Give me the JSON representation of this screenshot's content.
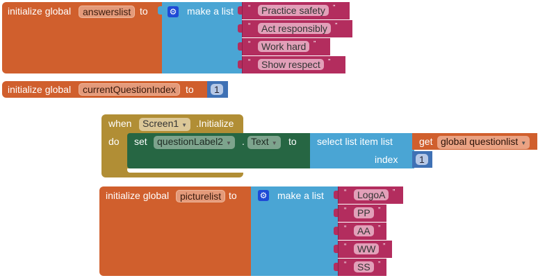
{
  "blocks": {
    "answers": {
      "kw": "initialize global",
      "var": "answerslist",
      "to": "to",
      "list": "make a list",
      "items": [
        "Practice safety",
        "Act responsibly",
        "Work hard",
        "Show respect"
      ]
    },
    "index": {
      "kw": "initialize global",
      "var": "currentQuestionIndex",
      "to": "to",
      "value": "1"
    },
    "event": {
      "when": "when",
      "component": "Screen1",
      "event": ".Initialize",
      "do": "do",
      "set": "set",
      "target": "questionLabel2",
      "dot": ".",
      "prop": "Text",
      "to": "to",
      "select": "select list item  list",
      "index_label": "index",
      "get": "get",
      "get_var": "global questionlist",
      "index_value": "1"
    },
    "pictures": {
      "kw": "initialize global",
      "var": "picturelist",
      "to": "to",
      "list": "make a list",
      "items": [
        "LogoA",
        "PP",
        "AA",
        "WW",
        "SS"
      ]
    }
  },
  "icons": {
    "mutator": "gear-icon",
    "dropdown": "triangle-down"
  },
  "colors": {
    "variable": "#D05F2D",
    "list": "#4AA5D4",
    "text": "#B32D5E",
    "component_set": "#266643",
    "event": "#B18E35",
    "math": "#3F71B5"
  }
}
